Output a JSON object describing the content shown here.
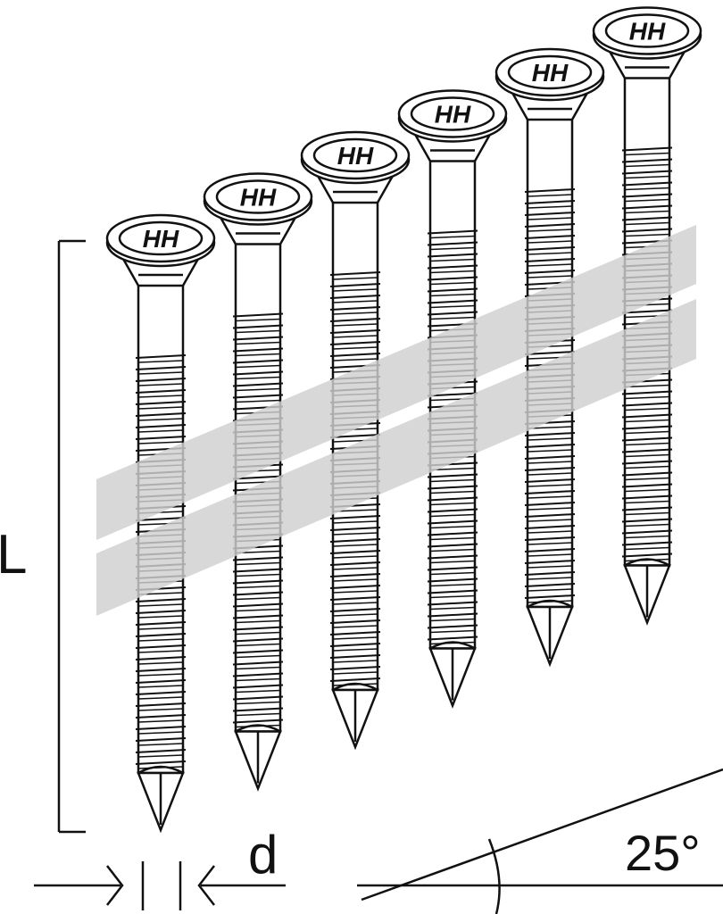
{
  "title": "Collated screws strip diagram",
  "labels": {
    "length": "L",
    "diameter": "d",
    "angle": "25°"
  },
  "screws": {
    "count": 6,
    "head_marking": "HH"
  },
  "collation_angle_deg": 25,
  "colors": {
    "line": "#111111",
    "band": "#cfcfcf"
  }
}
